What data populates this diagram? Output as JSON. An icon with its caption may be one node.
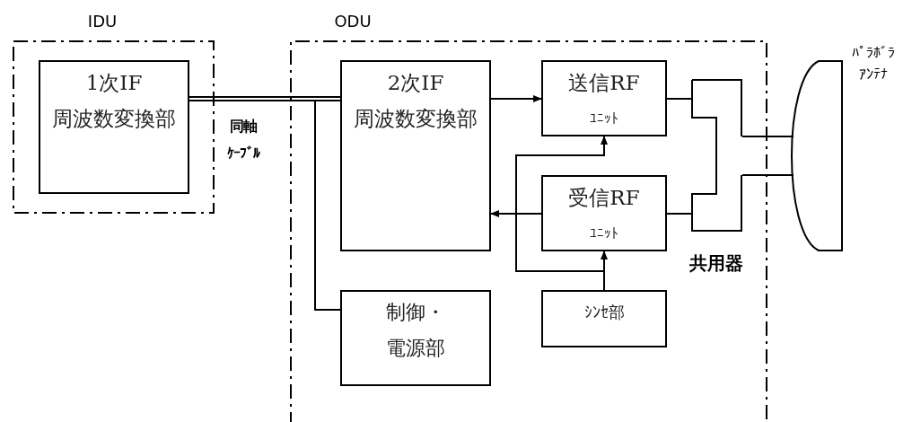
{
  "diagram": {
    "nodes": [
      {
        "text": [
          "IDU"
        ]
      },
      {
        "text": [
          "1次IF",
          "周波数変換部"
        ],
        "in": 0
      },
      {
        "text": [
          "ODU"
        ]
      },
      {
        "text": [
          "2次IF",
          "周波数変換部"
        ],
        "in": 2
      },
      {
        "text": [
          "送信RF",
          "ﾕﾆｯﾄ"
        ],
        "in": 2
      },
      {
        "text": [
          "受信RF",
          "ﾕﾆｯﾄ"
        ],
        "in": 2
      },
      {
        "text": [
          "制御・電源部"
        ],
        "in": 2
      },
      {
        "text": [
          "ｼﾝｾ部"
        ],
        "in": 2
      },
      {
        "text": [
          "共用器"
        ],
        "in": 2
      },
      {
        "text": [
          "ﾊﾟﾗﾎﾞﾗｱﾝﾃﾅ"
        ]
      }
    ],
    "edges": [
      {
        "from": 1,
        "to": 3,
        "arrow": "none",
        "label": "同軸ｹｰﾌﾞﾙ"
      },
      {
        "from": 1,
        "to": 6,
        "arrow": "none"
      },
      {
        "from": 3,
        "to": 4,
        "arrow": "to"
      },
      {
        "from": 5,
        "to": 3,
        "arrow": "to"
      },
      {
        "from": 7,
        "to": 5,
        "arrow": "to"
      },
      {
        "from": 7,
        "to": 4,
        "arrow": "to"
      },
      {
        "from": 4,
        "to": 8,
        "arrow": "none"
      },
      {
        "from": 5,
        "to": 8,
        "arrow": "none"
      },
      {
        "from": 8,
        "to": 9,
        "arrow": "none"
      },
      {
        "from": 8,
        "to": 9,
        "arrow": "none"
      }
    ]
  }
}
